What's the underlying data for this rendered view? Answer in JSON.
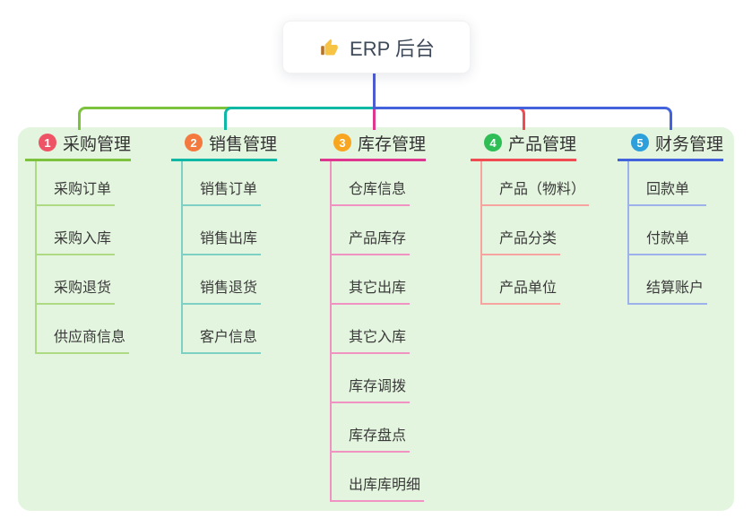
{
  "root": {
    "label": "ERP 后台",
    "icon": "thumbs-up-icon",
    "icon_color": "#f6c344",
    "icon_cuff_color": "#b5722a",
    "connector_color": "#4f5cd1",
    "text_color": "#3e4a5a"
  },
  "panel": {
    "bg_color": "#e4f5df"
  },
  "branches": [
    {
      "badge": "1",
      "label": "采购管理",
      "colors": {
        "badge": "#ee5366",
        "line": "#7cc23d",
        "line_light": "#aeda84"
      },
      "children": [
        "采购订单",
        "采购入库",
        "采购退货",
        "供应商信息"
      ]
    },
    {
      "badge": "2",
      "label": "销售管理",
      "colors": {
        "badge": "#f3793f",
        "line": "#0db8a5",
        "line_light": "#7fd0c4"
      },
      "children": [
        "销售订单",
        "销售出库",
        "销售退货",
        "客户信息"
      ]
    },
    {
      "badge": "3",
      "label": "库存管理",
      "colors": {
        "badge": "#f8a51f",
        "line": "#df3790",
        "line_light": "#f193c2"
      },
      "children": [
        "仓库信息",
        "产品库存",
        "其它出库",
        "其它入库",
        "库存调拨",
        "库存盘点",
        "出库库明细"
      ]
    },
    {
      "badge": "4",
      "label": "产品管理",
      "colors": {
        "badge": "#2fbd56",
        "line": "#f04b50",
        "line_light": "#f7a3a0"
      },
      "children": [
        "产品（物料）",
        "产品分类",
        "产品单位"
      ]
    },
    {
      "badge": "5",
      "label": "财务管理",
      "colors": {
        "badge": "#2da0dc",
        "line": "#4363dc",
        "line_light": "#9db1ea"
      },
      "children": [
        "回款单",
        "付款单",
        "结算账户"
      ]
    }
  ]
}
